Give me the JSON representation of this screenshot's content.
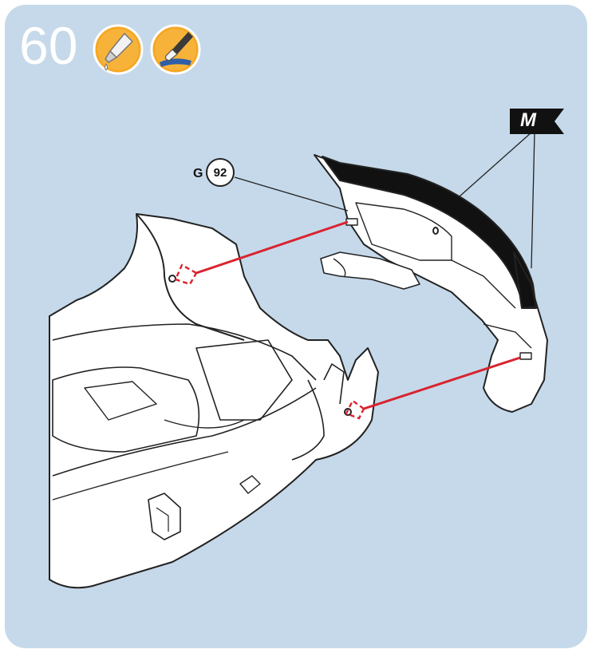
{
  "step": {
    "number": "60"
  },
  "icons": {
    "glue": "glue-drop-icon",
    "paint": "paintbrush-icon"
  },
  "part": {
    "group": "G",
    "number": "92"
  },
  "paint_callout": {
    "label": "M"
  },
  "colors": {
    "background": "#c5d9ea",
    "icon_fill": "#f5a623",
    "guide_line": "#d9232e",
    "paint_flag": "#111111"
  }
}
